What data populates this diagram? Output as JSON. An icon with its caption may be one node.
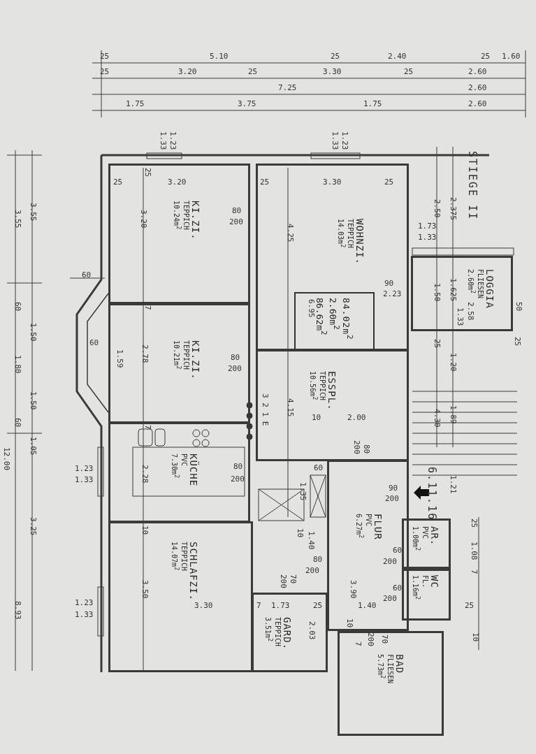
{
  "diagram": {
    "nodes": [
      {
        "text": [
          "KI.ZI.",
          "TEPPICH",
          "10.24m$^{2}$"
        ]
      },
      {
        "text": [
          "WOHNZI.",
          "TEPPICH",
          "14.03m$^{2}$"
        ]
      },
      {
        "text": [
          "84.02m$^{2}$",
          "2.60m$^{2}$",
          "86.62m$^{2}$"
        ],
        "in": 1
      },
      {
        "text": [
          "LOGGIA",
          "FLIESEN",
          "2.60m$^{2}$"
        ]
      },
      {
        "text": [
          "KI.ZI.",
          "TEPPICH",
          "10.21m$^{2}$"
        ]
      },
      {
        "text": [
          "ESSPL.",
          "TEPPICH",
          "10.56m$^{2}$"
        ]
      },
      {
        "text": [
          "KÜCHE",
          "PVC",
          "7.30m$^{2}$"
        ]
      },
      {
        "text": [
          "FLUR",
          "PVC",
          "6.27m$^{2}$"
        ]
      },
      {
        "text": [
          "AR.",
          "PVC",
          "1.00m$^{2}$"
        ]
      },
      {
        "text": [
          "SCHLAFZI.",
          "TEPPICH",
          "14.07m$^{2}$"
        ]
      },
      {
        "text": [
          "WC",
          "FL.",
          "1.16m$^{2}$"
        ]
      },
      {
        "text": [
          "GARD.",
          "TEPPICH",
          "3.51m$^{2}$"
        ]
      },
      {
        "text": [
          "BAD",
          "FLIESEN",
          "5.73m$^{2}$"
        ]
      }
    ],
    "labels": [
      "25",
      "5.10",
      "25",
      "2.40",
      "25",
      "1.60",
      "25",
      "3.20",
      "25",
      "3.30",
      "25",
      "2.60",
      "7.25",
      "2.60",
      "1.75",
      "3.75",
      "1.75",
      "2.60",
      "STIEGE II",
      "1.33",
      "1.23",
      "1.33",
      "1.23",
      "3.55",
      "3.55",
      "25",
      "25",
      "3.20",
      "25",
      "3.30",
      "25",
      "3.20",
      "80",
      "200",
      "4.25",
      "1.73",
      "1.33",
      "2.50",
      "2.375",
      "60",
      "90",
      "2.23",
      "1.50",
      "1.625",
      "1.33",
      "2.58",
      "50",
      "6.95",
      "7",
      "60",
      "1.50",
      "60",
      "1.59",
      "2.78",
      "1.80",
      "80",
      "200",
      "25",
      "25",
      "1.20",
      "1.50",
      "3 2 1 E",
      "10",
      "2.00",
      "4.15",
      "4.30",
      "1.89",
      "60",
      "7",
      "1.05",
      "12.00",
      "80",
      "200",
      "60",
      "2.28",
      "80",
      "200",
      "1.23",
      "1.33",
      "1.35",
      "6.11.16",
      "1.21",
      "90",
      "200",
      "25",
      "3.25",
      "10",
      "10",
      "1.40",
      "1.08",
      "80",
      "200",
      "60",
      "200",
      "7",
      "3.50",
      "70",
      "200",
      "60",
      "200",
      "1.23",
      "1.33",
      "3.30",
      "7",
      "1.73",
      "25",
      "3.90",
      "1.40",
      "8.93",
      "25",
      "2.03",
      "10",
      "10",
      "7",
      "200",
      "70"
    ]
  }
}
